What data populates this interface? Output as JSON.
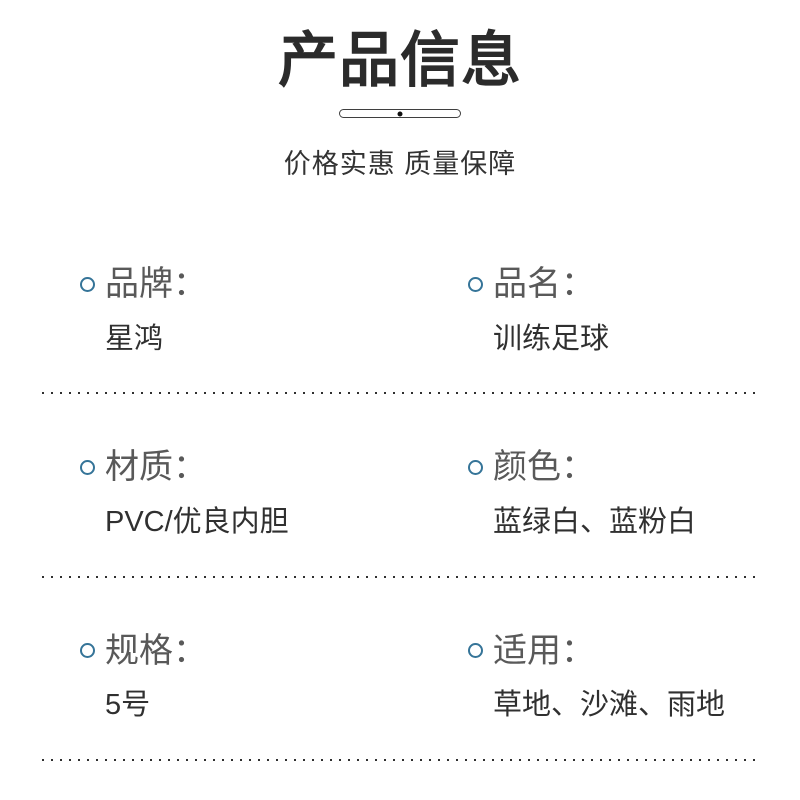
{
  "page": {
    "title": "产品信息",
    "subtitle": "价格实惠 质量保障"
  },
  "attributes": [
    {
      "label": "品牌：",
      "value": "星鸿"
    },
    {
      "label": "品名：",
      "value": "训练足球"
    },
    {
      "label": "材质：",
      "value": "PVC/优良内胆"
    },
    {
      "label": "颜色：",
      "value": "蓝绿白、蓝粉白"
    },
    {
      "label": "规格：",
      "value": "5号"
    },
    {
      "label": "适用：",
      "value": "草地、沙滩、雨地"
    }
  ],
  "icons": {
    "bullet": "ring-icon (outlined circle)"
  },
  "colors": {
    "accent_ring": "#357498",
    "title_text": "#2b2b2b",
    "label_text": "#595959",
    "value_text": "#303030",
    "dot_line": "#2f2f2f"
  }
}
